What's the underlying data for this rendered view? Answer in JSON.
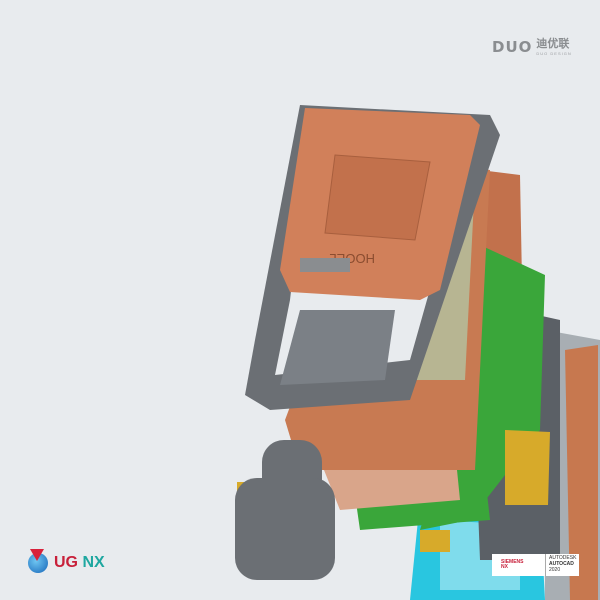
{
  "brand": {
    "mark": "DUO",
    "chinese_name": "迪优联",
    "subtitle": "DUO DESIGN"
  },
  "software_logo": {
    "ug": "UG",
    "nx": "NX"
  },
  "badge": {
    "siemens": "SIEMENS",
    "siemens_product": "NX",
    "autodesk": "AUTODESK",
    "autocad": "AUTOCAD",
    "version": "2020"
  },
  "model": {
    "engraved_text": "HOOEL"
  },
  "colors": {
    "background": "#e8ebee",
    "copper": "#d1805a",
    "frame": "#6b6f74",
    "pcb": "#3aa63a",
    "connector": "#d7aa2a",
    "cyan": "#29c6e0"
  }
}
